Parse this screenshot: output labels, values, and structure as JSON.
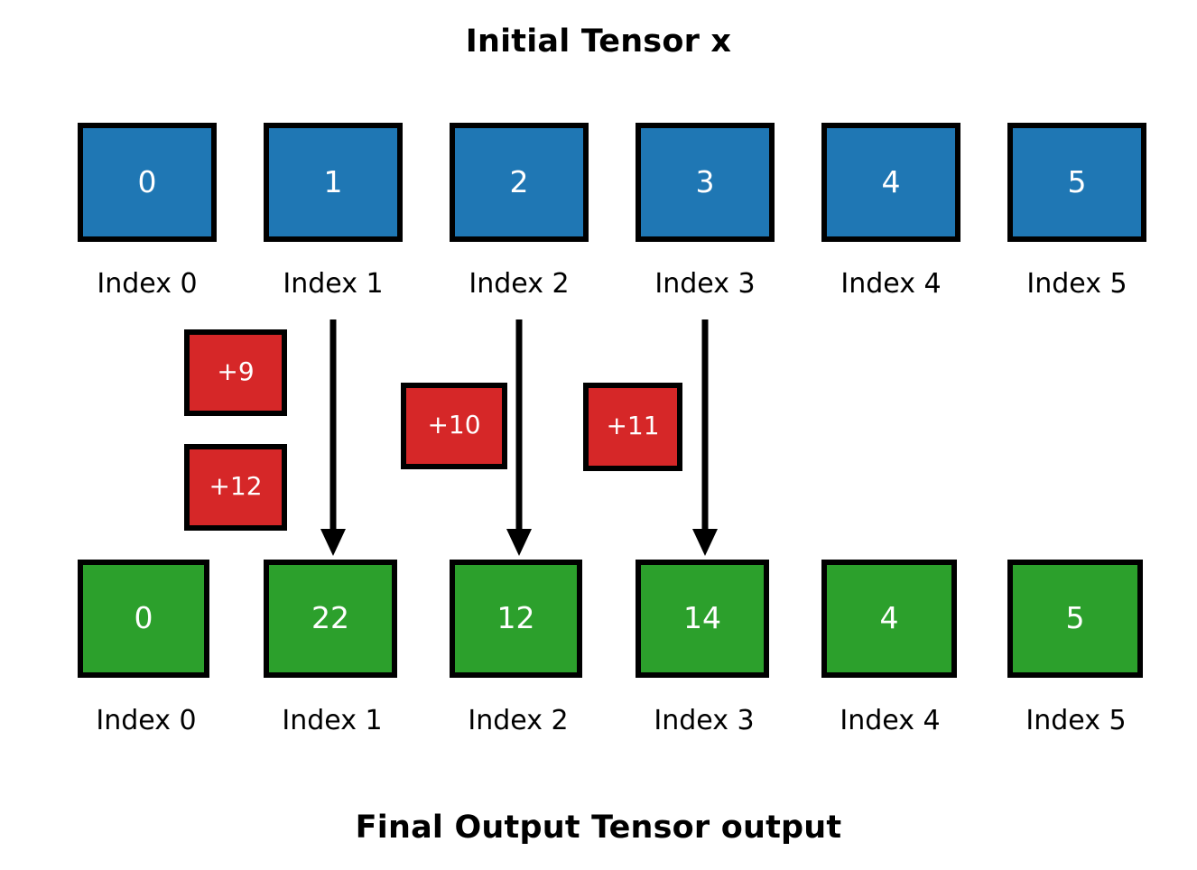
{
  "titles": {
    "top": "Initial Tensor x",
    "bottom": "Final Output Tensor output"
  },
  "colors": {
    "input_fill": "#1f77b4",
    "output_fill": "#2ca02c",
    "update_fill": "#d62728",
    "border": "#000000",
    "value_text": "#ffffff",
    "label_text": "#000000",
    "background": "#ffffff"
  },
  "input_row": {
    "name": "x",
    "cells": [
      {
        "value": "0",
        "label": "Index 0"
      },
      {
        "value": "1",
        "label": "Index 1"
      },
      {
        "value": "2",
        "label": "Index 2"
      },
      {
        "value": "3",
        "label": "Index 3"
      },
      {
        "value": "4",
        "label": "Index 4"
      },
      {
        "value": "5",
        "label": "Index 5"
      }
    ]
  },
  "updates": [
    {
      "text": "+9",
      "target_index": 1
    },
    {
      "text": "+12",
      "target_index": 1
    },
    {
      "text": "+10",
      "target_index": 2
    },
    {
      "text": "+11",
      "target_index": 3
    }
  ],
  "output_row": {
    "name": "output",
    "cells": [
      {
        "value": "0",
        "label": "Index 0"
      },
      {
        "value": "22",
        "label": "Index 1"
      },
      {
        "value": "12",
        "label": "Index 2"
      },
      {
        "value": "14",
        "label": "Index 3"
      },
      {
        "value": "4",
        "label": "Index 4"
      },
      {
        "value": "5",
        "label": "Index 5"
      }
    ]
  },
  "arrows": [
    {
      "from_index": 1,
      "to_index": 1
    },
    {
      "from_index": 2,
      "to_index": 2
    },
    {
      "from_index": 3,
      "to_index": 3
    }
  ],
  "chart_data": {
    "type": "diagram",
    "title": "Initial Tensor x / Final Output Tensor output",
    "categories": [
      "Index 0",
      "Index 1",
      "Index 2",
      "Index 3",
      "Index 4",
      "Index 5"
    ],
    "series": [
      {
        "name": "Initial Tensor x",
        "values": [
          0,
          1,
          2,
          3,
          4,
          5
        ]
      },
      {
        "name": "Final Output Tensor output",
        "values": [
          0,
          22,
          12,
          14,
          4,
          5
        ]
      }
    ],
    "scatter_adds": [
      {
        "index": 1,
        "amounts": [
          9,
          12
        ]
      },
      {
        "index": 2,
        "amounts": [
          10
        ]
      },
      {
        "index": 3,
        "amounts": [
          11
        ]
      }
    ]
  }
}
